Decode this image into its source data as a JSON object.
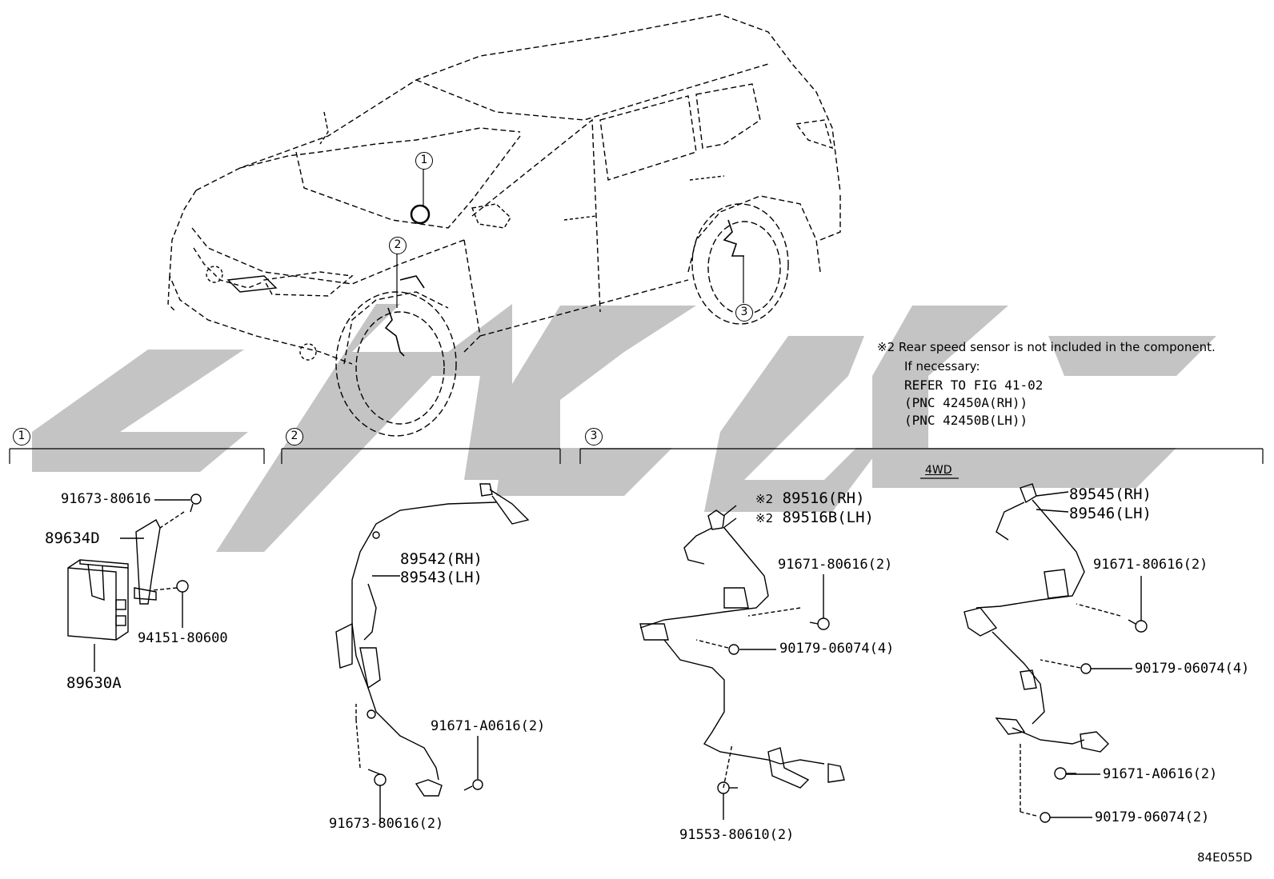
{
  "figure": {
    "code": "84E055D",
    "note": {
      "mark": "※2",
      "lines": [
        "Rear speed sensor is not included in the component.",
        "If necessary:",
        "REFER TO FIG 41-02",
        "(PNC 42450A(RH))",
        "(PNC 42450B(LH))"
      ]
    },
    "callouts": {
      "c1": "1",
      "c2": "2",
      "c3": "3"
    },
    "sections": [
      {
        "id": "1"
      },
      {
        "id": "2"
      },
      {
        "id": "3",
        "variant": "4WD"
      }
    ],
    "parts": {
      "s1_bolt": "91673-80616",
      "s1_bracket": "89634D",
      "s1_nut": "94151-80600",
      "s1_computer": "89630A",
      "s2_sensor_rh": "89542(RH)",
      "s2_sensor_lh": "89543(LH)",
      "s2_bolt_a": "91671-A0616(2)",
      "s2_bolt_b": "91673-80616(2)",
      "s3_mark": "※2",
      "s3_sensor_rh": "89516(RH)",
      "s3_sensor_lh": "89516B(LH)",
      "s3_bolt": "91671-80616(2)",
      "s3_clip": "90179-06074(4)",
      "s3_bolt_b": "91553-80610(2)",
      "s3b_sensor_rh": "89545(RH)",
      "s3b_sensor_lh": "89546(LH)",
      "s3b_bolt": "91671-80616(2)",
      "s3b_clip": "90179-06074(4)",
      "s3b_bolt_a": "91671-A0616(2)",
      "s3b_clip_b": "90179-06074(2)"
    }
  }
}
